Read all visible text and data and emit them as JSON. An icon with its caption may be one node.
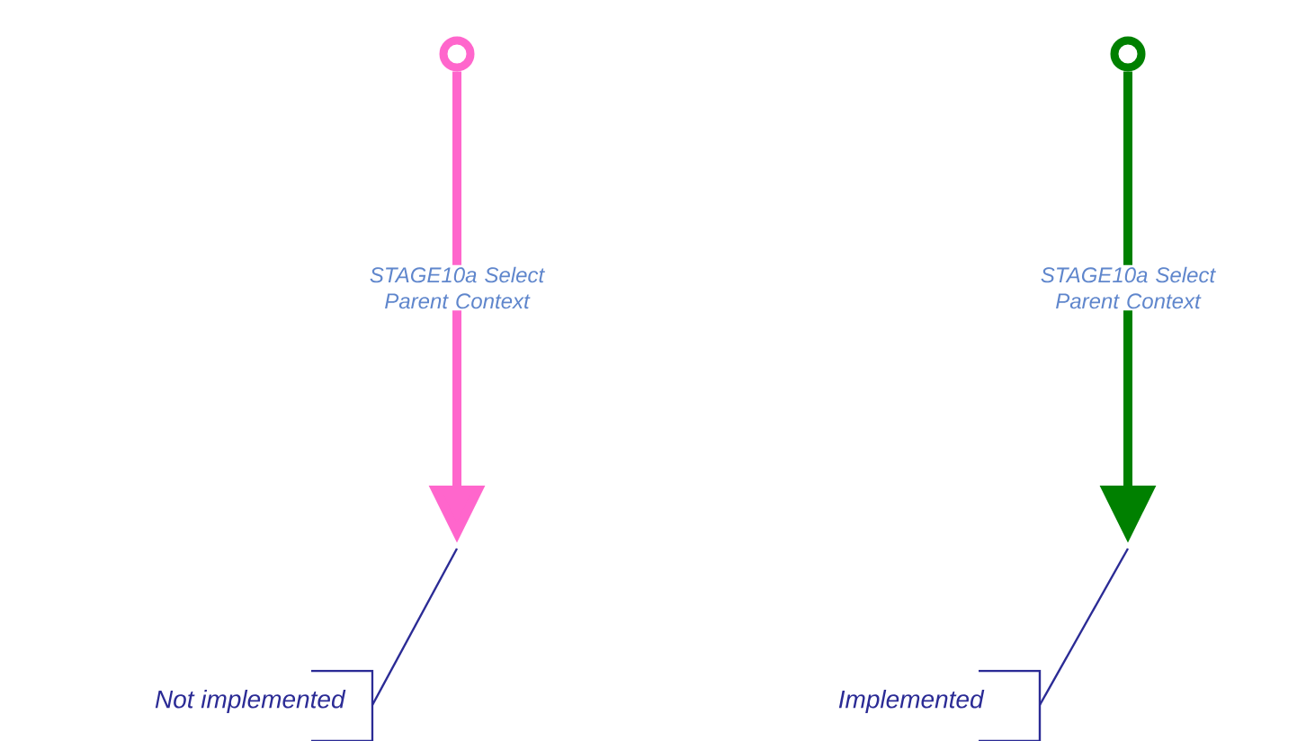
{
  "diagram": {
    "nodes": [
      {
        "text": [],
        "shape": "circle"
      },
      {
        "text": [],
        "shape": "circle"
      },
      {
        "text": [
          "Not implemented"
        ]
      },
      {
        "text": [
          "Implemented"
        ]
      }
    ],
    "edges": [
      {
        "from": 0,
        "to": null,
        "arrow": "to",
        "label": "STAGE10a Select Parent Context",
        "style": "thick",
        "color": "#ff66cc"
      },
      {
        "from": 1,
        "to": null,
        "arrow": "to",
        "label": "STAGE10a Select Parent Context",
        "style": "thick",
        "color": "#008000"
      },
      {
        "from": 2,
        "to": null,
        "arrow": "none"
      },
      {
        "from": 3,
        "to": null,
        "arrow": "none"
      }
    ]
  }
}
